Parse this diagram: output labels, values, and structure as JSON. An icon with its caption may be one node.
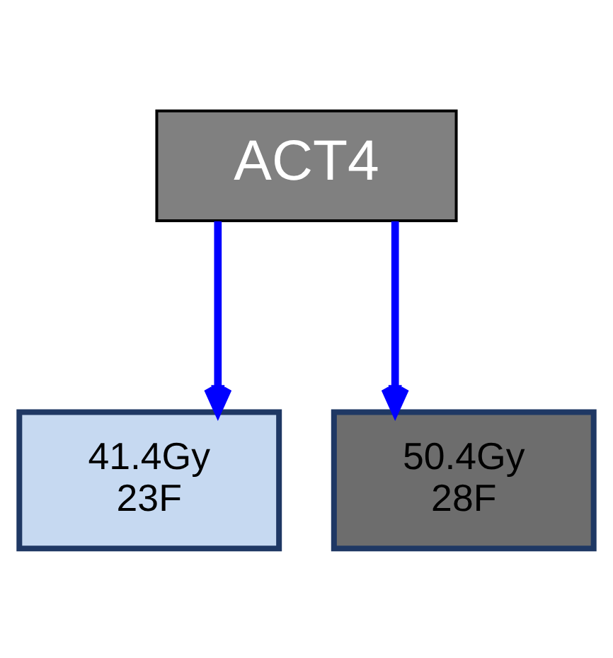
{
  "diagram": {
    "nodes": [
      {
        "text": [
          "ACT4"
        ]
      },
      {
        "text": [
          "41.4Gy 23F"
        ]
      },
      {
        "text": [
          "50.4Gy 28F"
        ]
      }
    ],
    "edges": [
      {
        "from": 0,
        "to": 1,
        "arrow": "to"
      },
      {
        "from": 0,
        "to": 2,
        "arrow": "to"
      }
    ]
  }
}
